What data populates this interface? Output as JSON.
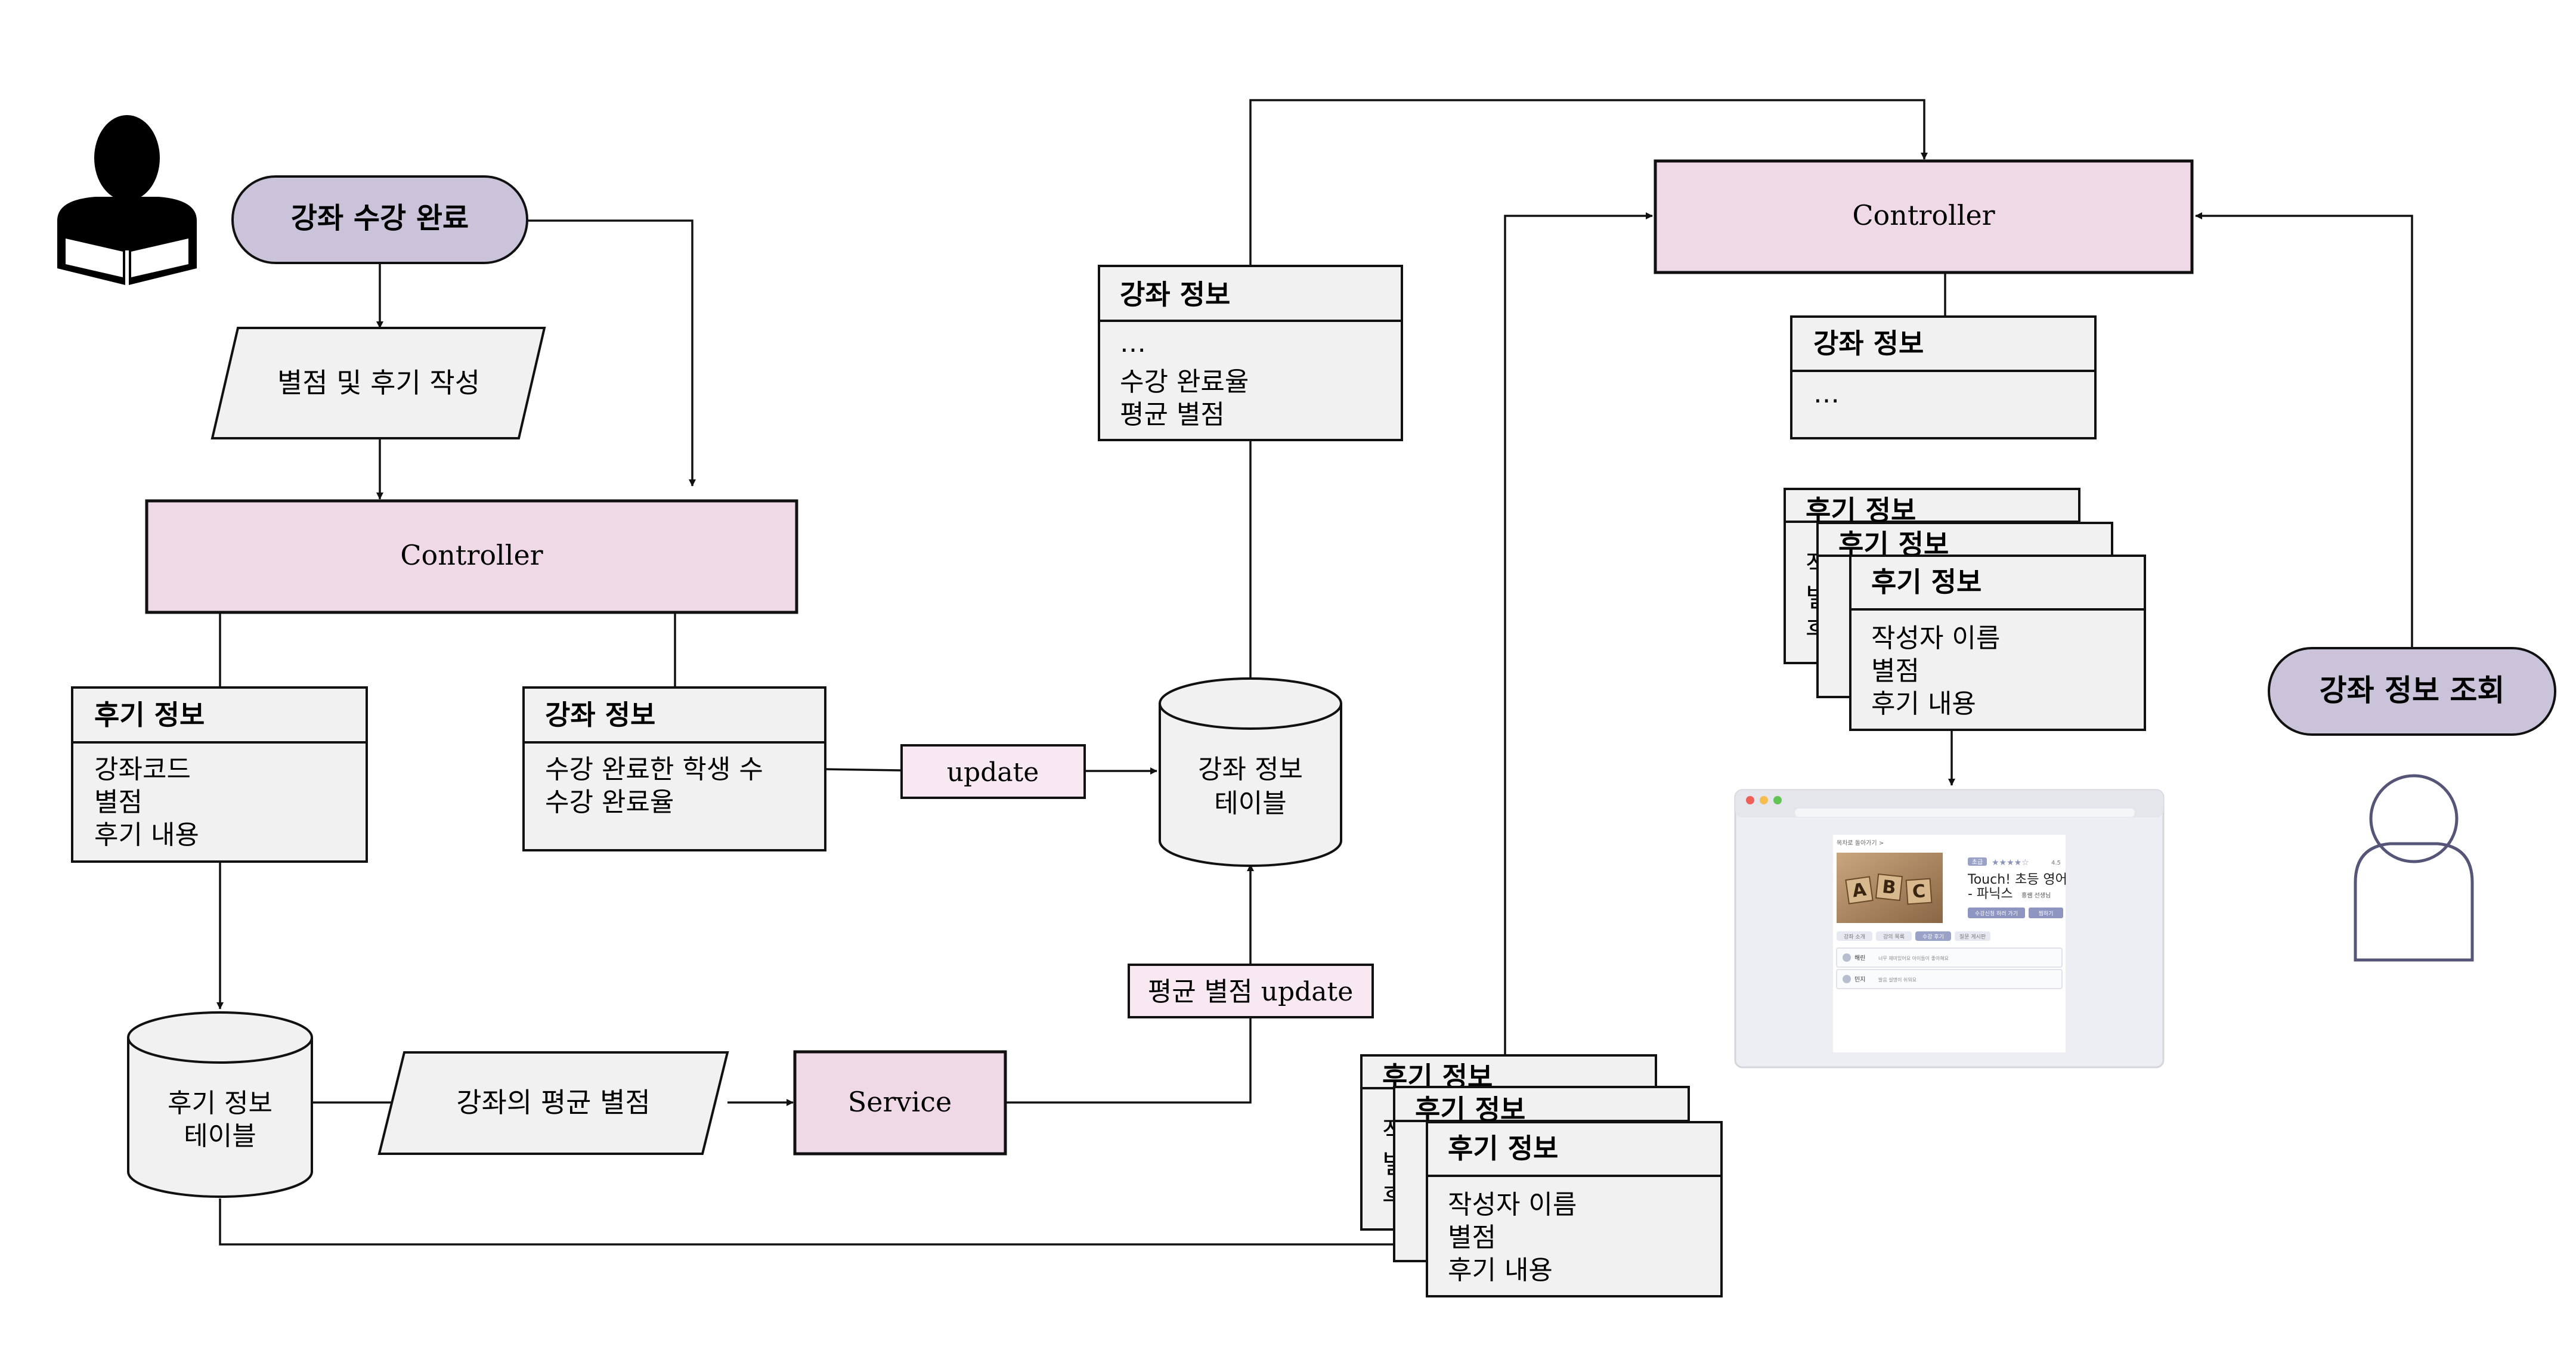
{
  "colors": {
    "controller_fill": "#efd9e6",
    "service_fill": "#efd9e6",
    "start_fill": "#cbc3d9",
    "box_fill": "#f1f1f1",
    "update_fill": "#f7e8f1",
    "line": "#111111"
  },
  "icons": {
    "left_user": "person-reading-book-icon",
    "right_user": "person-outline-icon"
  },
  "left": {
    "start_label": "강좌 수강 완료",
    "input_label": "별점 및 후기 작성",
    "controller_label": "Controller",
    "review_info": {
      "title": "후기 정보",
      "lines": [
        "강좌코드",
        "별점",
        "후기 내용"
      ]
    },
    "course_info": {
      "title": "강좌 정보",
      "lines": [
        "수강 완료한 학생 수",
        "수강 완료율"
      ]
    },
    "update_label": "update",
    "review_table": [
      "후기 정보",
      "테이블"
    ],
    "avg_label": "강좌의 평균 별점",
    "service_label": "Service",
    "avg_update_label": "평균 별점 update"
  },
  "middle": {
    "course_table": [
      "강좌 정보",
      "테이블"
    ],
    "course_info_box": {
      "title": "강좌 정보",
      "lines": [
        "…",
        "수강 완료율",
        "평균 별점"
      ]
    },
    "review_stack": {
      "back_title": "후기 정보",
      "back_fragments": [
        "작",
        "별",
        "후"
      ],
      "title": "후기 정보",
      "lines": [
        "작성자 이름",
        "별점",
        "후기 내용"
      ]
    }
  },
  "right": {
    "controller_label": "Controller",
    "course_info_box": {
      "title": "강좌 정보",
      "lines": [
        "…"
      ]
    },
    "review_stack": {
      "back_title": "후기 정보",
      "back_fragments": [
        "작",
        "별",
        "후"
      ],
      "title": "후기 정보",
      "lines": [
        "작성자 이름",
        "별점",
        "후기 내용"
      ]
    },
    "query_label": "강좌 정보 조회",
    "screenshot": {
      "breadcrumb": "목차로 돌아가기 >",
      "badge": "초급",
      "rating": "4.5",
      "title_line1": "Touch! 초등 영어",
      "title_line2": "- 파닉스",
      "teacher": "홍쌤  선생님",
      "btn1": "수강신청 하러 가기",
      "btn2": "찜하기",
      "tabs": [
        "강좌 소개",
        "강의 목록",
        "수강 후기",
        "질문 게시판"
      ],
      "reviews": [
        {
          "name": "해린",
          "text": "너무 재미있어요 아이들이 좋아해요"
        },
        {
          "name": "민지",
          "text": "발음 설명이 쉬워요"
        }
      ]
    }
  }
}
